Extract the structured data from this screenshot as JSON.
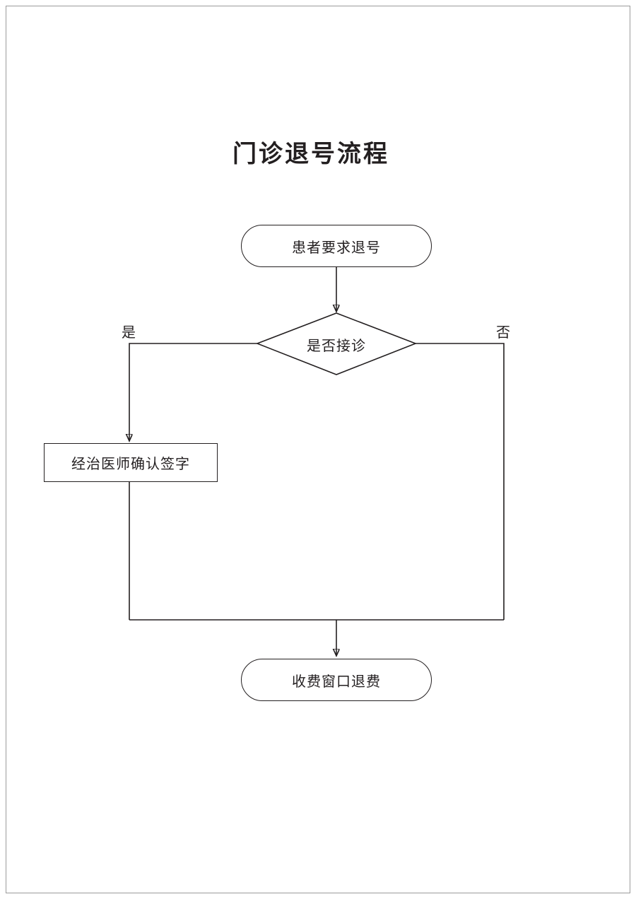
{
  "page": {
    "title": "门诊退号流程"
  },
  "nodes": {
    "start": {
      "type": "terminator",
      "label": "患者要求退号"
    },
    "decision": {
      "type": "decision",
      "label": "是否接诊"
    },
    "process": {
      "type": "process",
      "label": "经治医师确认签字"
    },
    "end": {
      "type": "terminator",
      "label": "收费窗口退费"
    }
  },
  "edges": {
    "yes_label": "是",
    "no_label": "否",
    "flow": [
      {
        "from": "start",
        "to": "decision",
        "label": ""
      },
      {
        "from": "decision",
        "to": "process",
        "label": "是"
      },
      {
        "from": "decision",
        "to": "end",
        "label": "否"
      },
      {
        "from": "process",
        "to": "end",
        "label": ""
      }
    ]
  },
  "colors": {
    "stroke": "#231f20",
    "background": "#ffffff",
    "page_border": "#9b9b9b"
  }
}
